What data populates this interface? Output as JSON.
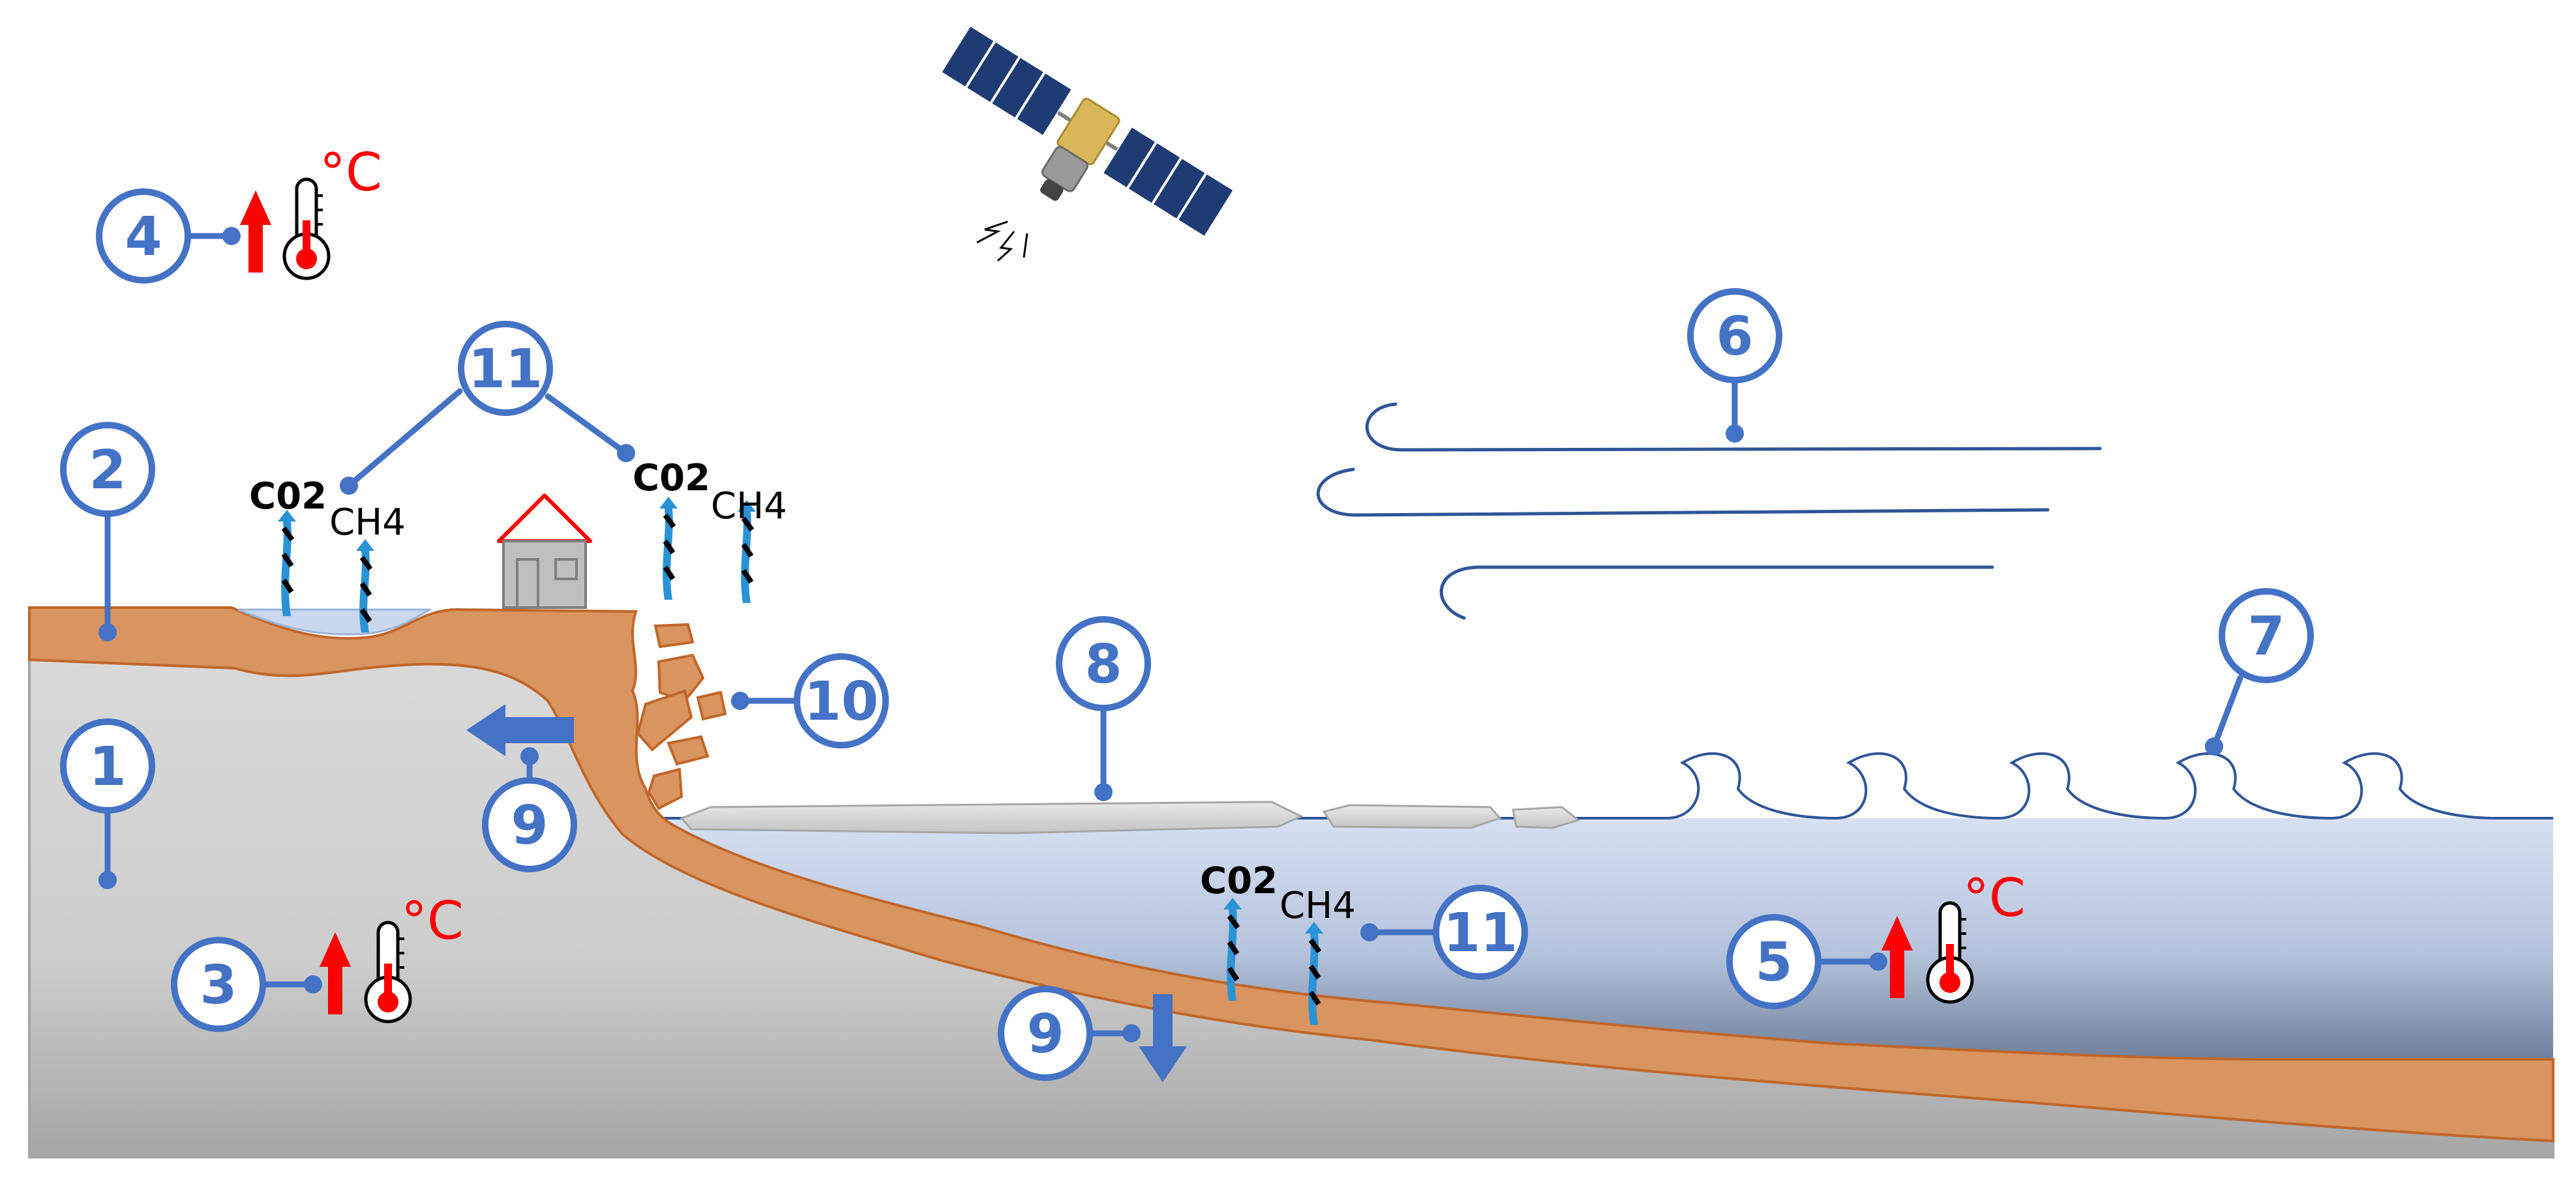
{
  "colors": {
    "callout": "#4472c4",
    "permafrost_soil": "#d9945f",
    "soil_edge": "#c0662a",
    "ground": "#cfcfcf",
    "ocean": "#c7d3ea",
    "wind": "#2f5597",
    "heat_arrow": "#ff0000",
    "gas_arrow": "#2a93d5",
    "satellite_panel": "#1f3b73",
    "satellite_body": "#d8b659"
  },
  "icons": {
    "temperature": "thermometer-icon",
    "warming": "up-arrow-icon",
    "satellite": "satellite-icon",
    "house": "house-icon",
    "gas_release": "gas-release-arrow-icon"
  },
  "callouts": {
    "c1": "1",
    "c2": "2",
    "c3": "3",
    "c4": "4",
    "c5": "5",
    "c6": "6",
    "c7": "7",
    "c8": "8",
    "c9_land": "9",
    "c9_sea": "9",
    "c10": "10",
    "c11_land": "11",
    "c11_sea": "11"
  },
  "labels": {
    "co2_land_1": "C02",
    "ch4_land_1": "CH4",
    "co2_land_2": "C02",
    "ch4_land_2": "CH4",
    "co2_sea": "C02",
    "ch4_sea": "CH4"
  },
  "units": {
    "air_temp": "°C",
    "ground_temp": "°C",
    "ocean_temp": "°C"
  }
}
